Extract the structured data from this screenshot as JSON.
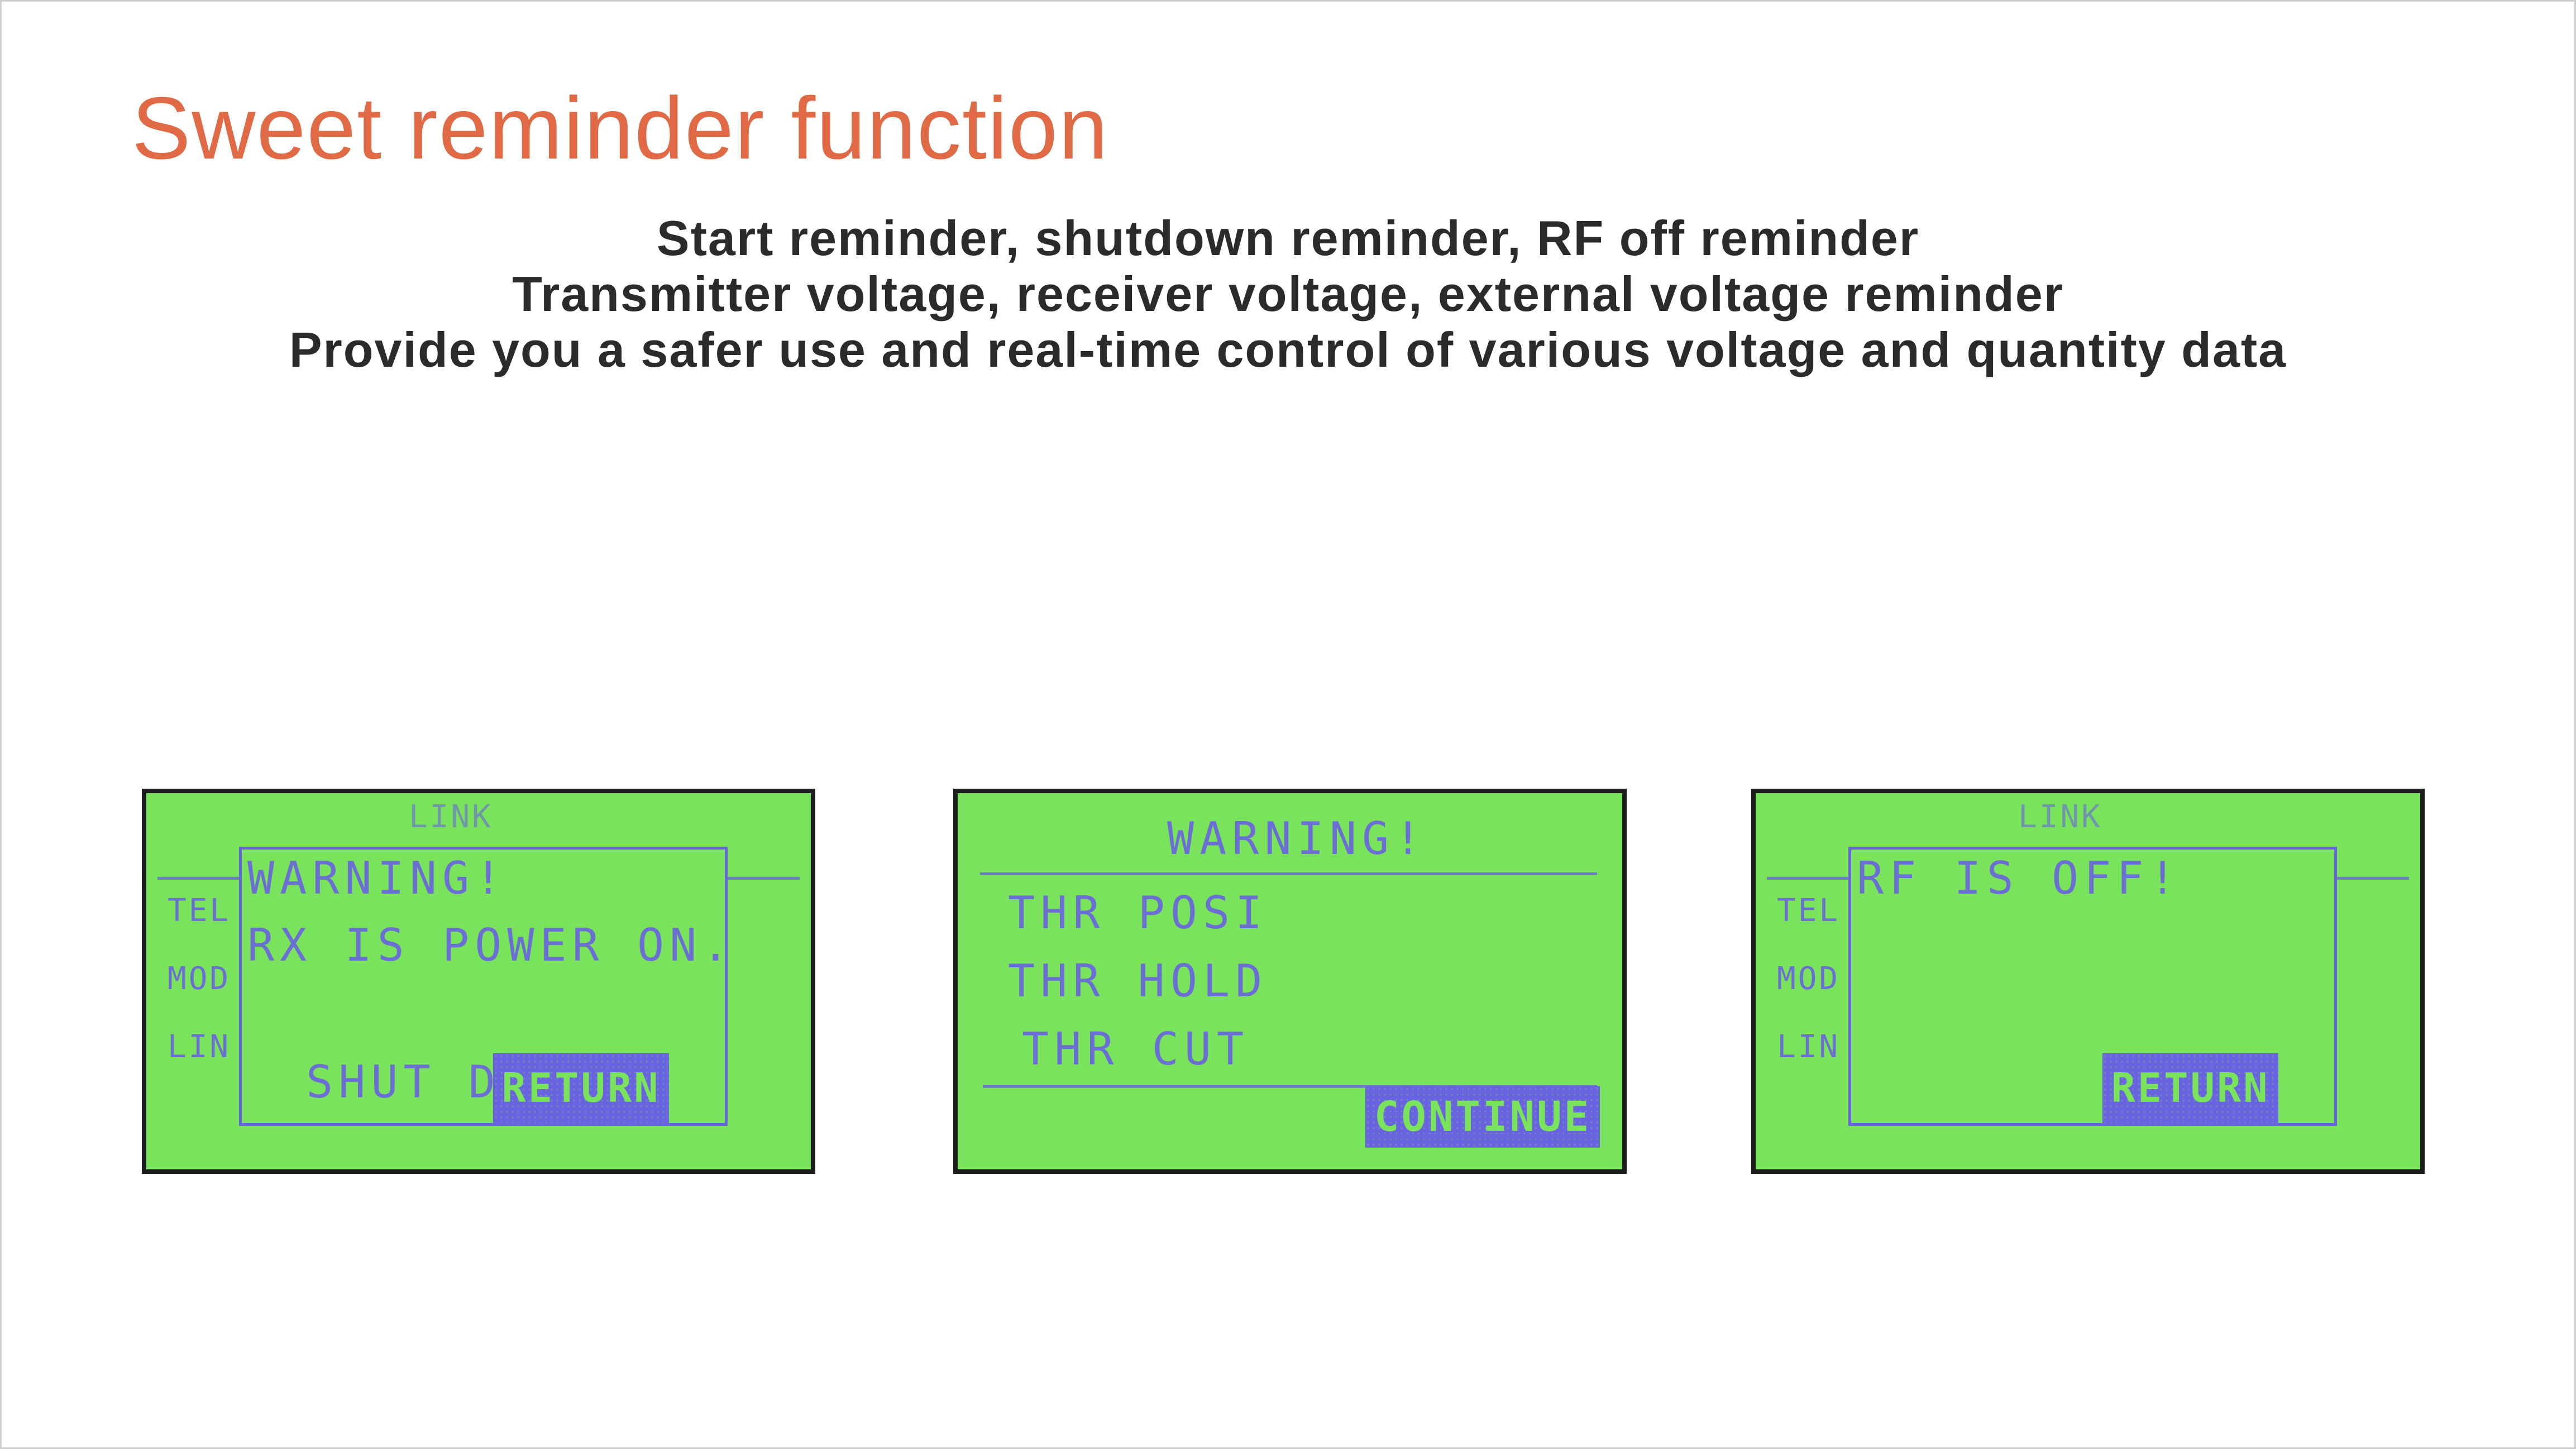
{
  "header": {
    "title": "Sweet reminder function",
    "lines": [
      "Start reminder, shutdown reminder, RF off reminder",
      "Transmitter voltage, receiver voltage, external voltage reminder",
      "Provide you a safer use and real-time control of various voltage and quantity data"
    ]
  },
  "screens": [
    {
      "bg_top": "LINK",
      "bg_left": [
        "TEL",
        "MOD",
        "LIN"
      ],
      "popup_lines": [
        "WARNING!",
        "RX IS POWER ON."
      ],
      "footer_text": "SHUT D",
      "button": "RETURN"
    },
    {
      "heading": "WARNING!",
      "lines": [
        "THR POSI",
        "THR HOLD",
        "THR CUT"
      ],
      "button": "CONTINUE"
    },
    {
      "bg_top": "LINK",
      "bg_left": [
        "TEL",
        "MOD",
        "LIN"
      ],
      "popup_lines": [
        "RF IS OFF!"
      ],
      "button": "RETURN"
    }
  ],
  "colors": {
    "title": "#e06a45",
    "text": "#2b2b2b",
    "lcd_background": "#79e35c",
    "lcd_text": "#6a63e0",
    "lcd_border": "#1d1d1d"
  }
}
